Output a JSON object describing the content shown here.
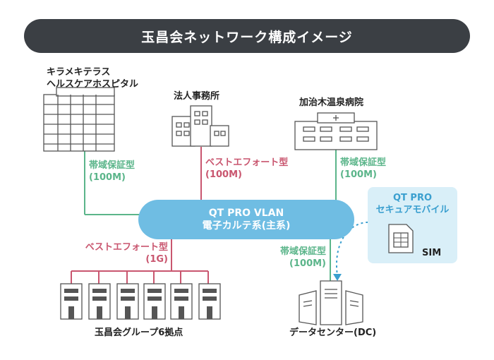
{
  "title": "玉昌会ネットワーク構成イメージ",
  "sites": {
    "kirame": {
      "line1": "キラメキテラス",
      "line2": "ヘルスケアホスピタル"
    },
    "law": "法人事務所",
    "kajiki": "加治木温泉病院",
    "group": "玉昌会グループ6拠点",
    "dc": "データセンター(DC)"
  },
  "links": {
    "kirame": {
      "type": "帯域保証型",
      "speed": "(100M)"
    },
    "law": {
      "type": "ベストエフォート型",
      "speed": "(100M)"
    },
    "kajiki": {
      "type": "帯域保証型",
      "speed": "(100M)"
    },
    "group": {
      "type": "ベストエフォート型",
      "speed": "(1G)"
    },
    "dc": {
      "type": "帯域保証型",
      "speed": "(100M)"
    }
  },
  "vlan": {
    "line1": "QT PRO VLAN",
    "line2": "電子カルテ系(主系)"
  },
  "mobile": {
    "line1": "QT PRO",
    "line2": "セキュアモバイル",
    "sim": "SIM"
  },
  "colors": {
    "green": "#5bb58a",
    "pink": "#c9566f",
    "blue": "#6fbde3",
    "dark": "#3b3f44",
    "light_blue_box": "#d9eff8"
  },
  "icons": [
    "hospital-building-icon",
    "office-building-icon",
    "hospital-icon",
    "branch-building-icon",
    "server-icon",
    "sim-card-icon"
  ]
}
